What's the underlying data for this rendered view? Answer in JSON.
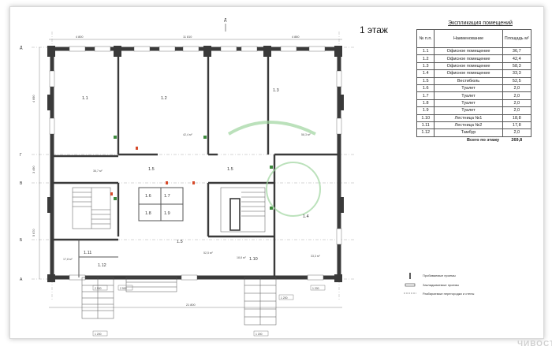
{
  "floor_title": "1 этаж",
  "table": {
    "title": "Экспликация помещений",
    "headers": {
      "no": "№ п.п.",
      "name": "Наименование",
      "area": "Площадь м²"
    },
    "rows": [
      {
        "no": "1.1",
        "name": "Офисное помещение",
        "area": "36,7"
      },
      {
        "no": "1.2",
        "name": "Офисное помещение",
        "area": "42,4"
      },
      {
        "no": "1.3",
        "name": "Офисное помещение",
        "area": "58,3"
      },
      {
        "no": "1.4",
        "name": "Офисное помещение",
        "area": "33,3"
      },
      {
        "no": "1.5",
        "name": "Вестибюль",
        "area": "52,5"
      },
      {
        "no": "1.6",
        "name": "Туалет",
        "area": "2,0"
      },
      {
        "no": "1.7",
        "name": "Туалет",
        "area": "2,0"
      },
      {
        "no": "1.8",
        "name": "Туалет",
        "area": "2,0"
      },
      {
        "no": "1.9",
        "name": "Туалет",
        "area": "2,0"
      },
      {
        "no": "1.10",
        "name": "Лестница №1",
        "area": "18,8"
      },
      {
        "no": "1.11",
        "name": "Лестница №2",
        "area": "17,8"
      },
      {
        "no": "1.12",
        "name": "Тамбур",
        "area": "2,0"
      }
    ],
    "total_label": "Всего по этажу",
    "total_value": "269,8"
  },
  "legend": [
    "Пробиваемые проемы",
    "Закладываемые проемы",
    "Разбираемые перегородки и стены"
  ],
  "rooms": {
    "r11": "1.1",
    "r12": "1.2",
    "r13": "1.3",
    "r14": "1.4",
    "r15a": "1.5",
    "r15b": "1.5",
    "r15c": "1.5",
    "r16": "1.6",
    "r17": "1.7",
    "r18": "1.8",
    "r19": "1.9",
    "r110": "1.10",
    "r111": "1.11",
    "r112": "1.12"
  },
  "room_areas": {
    "a11": "36,7 м²",
    "a12": "42,4 м²",
    "a13": "58,3 м²",
    "a14": "33,3 м²",
    "a15": "52,5 м²",
    "a110": "18,8 м²",
    "a111": "17,8 м²"
  },
  "axes": {
    "top": [
      "Д"
    ],
    "left": [
      "Д",
      "Г",
      "В",
      "Б",
      "А"
    ]
  },
  "dimensions": {
    "d1": "4 800",
    "d2": "11 810",
    "d3": "4 880",
    "total": "21 800",
    "h1": "4 690",
    "h2": "3 490",
    "h3": "5 670",
    "s1": "2 900",
    "s2": "2 900",
    "s3": "1 200",
    "s4": "1 200",
    "s5": "1 200",
    "s6": "1 200"
  },
  "watermark": "ЧИВОСТ",
  "colors": {
    "wall": "#3a3a3a",
    "line": "#555555",
    "stamp": "#9fd59f",
    "door": "#d64a2a",
    "marker": "#3c8a3c"
  }
}
